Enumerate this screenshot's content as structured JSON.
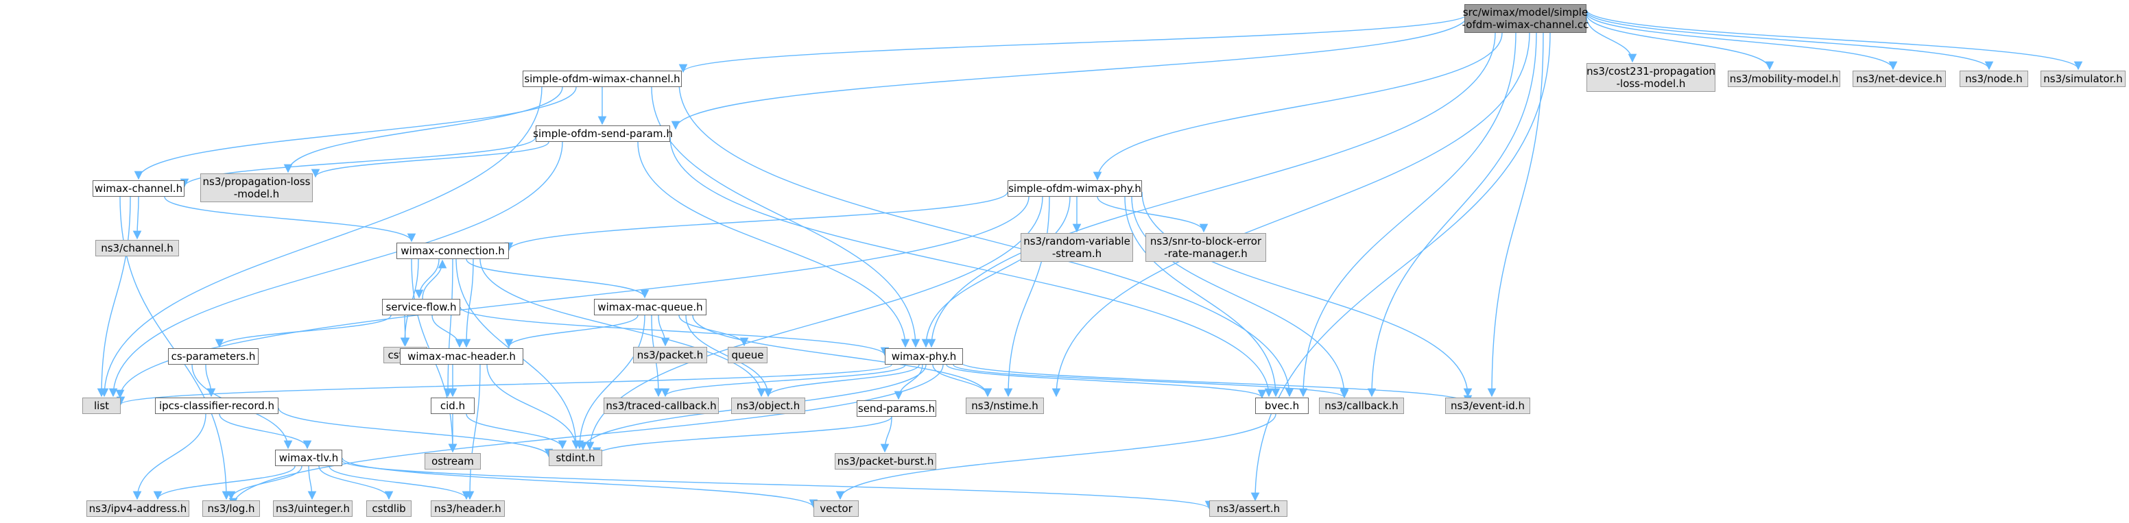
{
  "colors": {
    "edge": "#63b8ff",
    "file_fill": "#ffffff",
    "system_fill": "#e0e0e0",
    "root_fill": "#999999"
  },
  "nodes": {
    "root": "src/wimax/model/simple\n-ofdm-wimax-channel.cc",
    "simple_ofdm_wimax_channel_h": "simple-ofdm-wimax-channel.h",
    "cost231": "ns3/cost231-propagation\n-loss-model.h",
    "mobility_model": "ns3/mobility-model.h",
    "net_device": "ns3/net-device.h",
    "node_h": "ns3/node.h",
    "simulator": "ns3/simulator.h",
    "simple_ofdm_send_param": "simple-ofdm-send-param.h",
    "wimax_channel": "wimax-channel.h",
    "propagation_loss": "ns3/propagation-loss\n-model.h",
    "simple_ofdm_wimax_phy": "simple-ofdm-wimax-phy.h",
    "channel_h": "ns3/channel.h",
    "random_variable": "ns3/random-variable\n-stream.h",
    "snr_to_block": "ns3/snr-to-block-error\n-rate-manager.h",
    "wimax_connection": "wimax-connection.h",
    "service_flow": "service-flow.h",
    "wimax_mac_queue": "wimax-mac-queue.h",
    "cstdint": "cstdint",
    "packet_h": "ns3/packet.h",
    "queue": "queue",
    "cs_parameters": "cs-parameters.h",
    "wimax_mac_header": "wimax-mac-header.h",
    "wimax_phy": "wimax-phy.h",
    "list": "list",
    "cid": "cid.h",
    "ipcs_classifier": "ipcs-classifier-record.h",
    "traced_callback": "ns3/traced-callback.h",
    "object_h": "ns3/object.h",
    "nstime": "ns3/nstime.h",
    "bvec": "bvec.h",
    "callback_h": "ns3/callback.h",
    "event_id": "ns3/event-id.h",
    "send_params": "send-params.h",
    "wimax_tlv": "wimax-tlv.h",
    "stdint": "stdint.h",
    "ostream": "ostream",
    "packet_burst": "ns3/packet-burst.h",
    "ipv4_address": "ns3/ipv4-address.h",
    "log_h": "ns3/log.h",
    "uinteger": "ns3/uinteger.h",
    "cstdlib": "cstdlib",
    "header_h": "ns3/header.h",
    "vector": "vector",
    "assert_h": "ns3/assert.h"
  }
}
